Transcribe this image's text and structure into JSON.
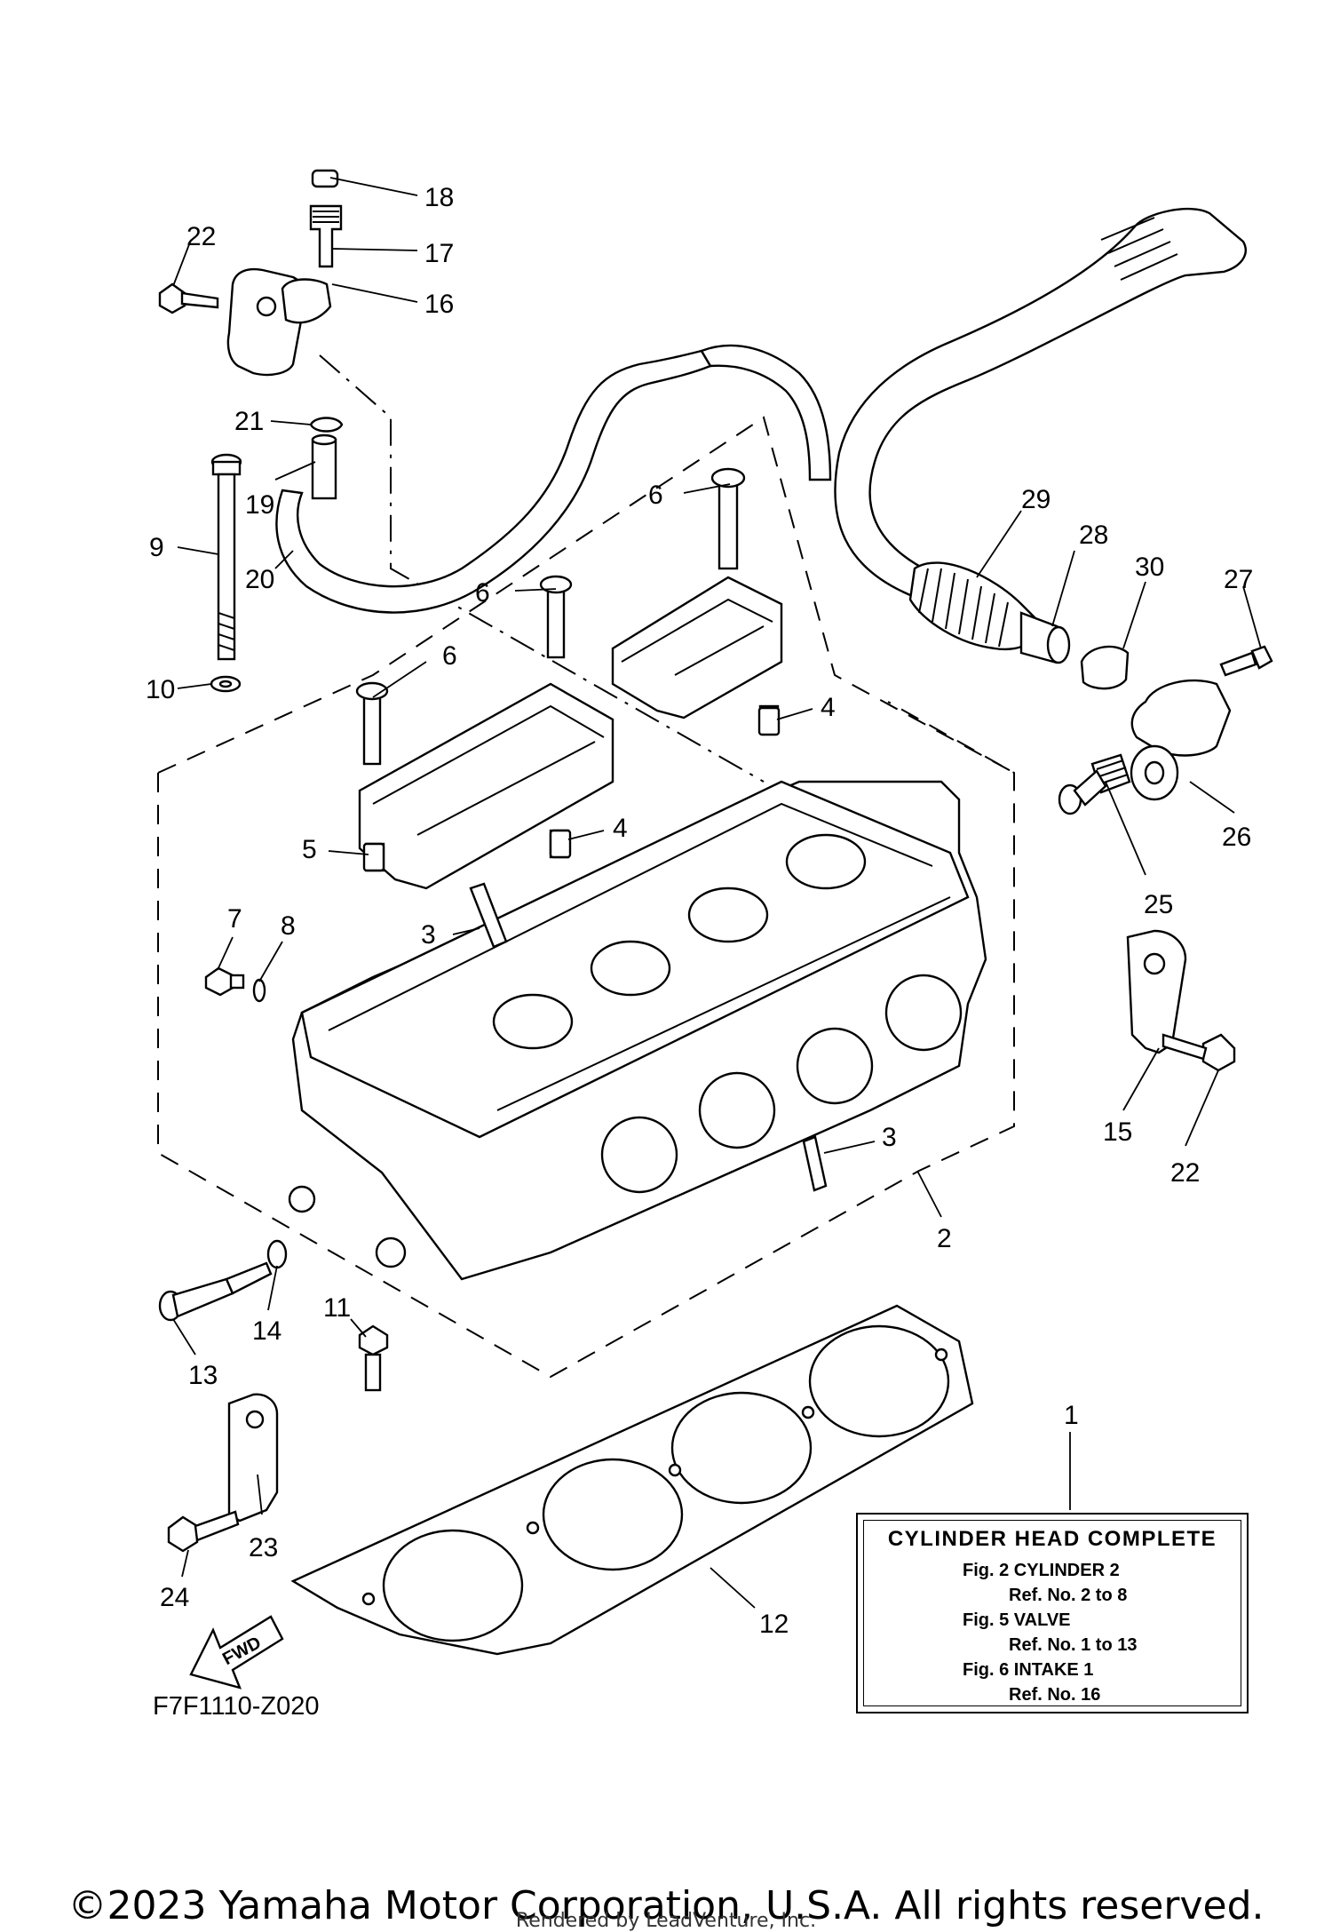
{
  "callouts": [
    {
      "id": "c1",
      "text": "1"
    },
    {
      "id": "c2",
      "text": "2"
    },
    {
      "id": "c3a",
      "text": "3"
    },
    {
      "id": "c3b",
      "text": "3"
    },
    {
      "id": "c4a",
      "text": "4"
    },
    {
      "id": "c4b",
      "text": "4"
    },
    {
      "id": "c5",
      "text": "5"
    },
    {
      "id": "c6a",
      "text": "6"
    },
    {
      "id": "c6b",
      "text": "6"
    },
    {
      "id": "c6c",
      "text": "6"
    },
    {
      "id": "c7",
      "text": "7"
    },
    {
      "id": "c8",
      "text": "8"
    },
    {
      "id": "c9",
      "text": "9"
    },
    {
      "id": "c10",
      "text": "10"
    },
    {
      "id": "c11",
      "text": "11"
    },
    {
      "id": "c12",
      "text": "12"
    },
    {
      "id": "c13",
      "text": "13"
    },
    {
      "id": "c14",
      "text": "14"
    },
    {
      "id": "c15",
      "text": "15"
    },
    {
      "id": "c16",
      "text": "16"
    },
    {
      "id": "c17",
      "text": "17"
    },
    {
      "id": "c18",
      "text": "18"
    },
    {
      "id": "c19",
      "text": "19"
    },
    {
      "id": "c20",
      "text": "20"
    },
    {
      "id": "c21",
      "text": "21"
    },
    {
      "id": "c22a",
      "text": "22"
    },
    {
      "id": "c22b",
      "text": "22"
    },
    {
      "id": "c23",
      "text": "23"
    },
    {
      "id": "c24",
      "text": "24"
    },
    {
      "id": "c25",
      "text": "25"
    },
    {
      "id": "c26",
      "text": "26"
    },
    {
      "id": "c27",
      "text": "27"
    },
    {
      "id": "c28",
      "text": "28"
    },
    {
      "id": "c29",
      "text": "29"
    },
    {
      "id": "c30",
      "text": "30"
    }
  ],
  "reference_box": {
    "title": "CYLINDER HEAD COMPLETE",
    "lines": [
      "Fig.  2  CYLINDER 2",
      "Ref. No. 2 to 8",
      "Fig.  5  VALVE",
      "Ref. No. 1 to 13",
      "Fig.  6  INTAKE 1",
      "Ref. No. 16"
    ]
  },
  "fwd_label": "FWD",
  "diagram_code": "F7F1110-Z020",
  "copyright": "©2023 Yamaha Motor Corporation, U.S.A. All rights reserved.",
  "render_note": "Rendered by LeadVenture, Inc."
}
